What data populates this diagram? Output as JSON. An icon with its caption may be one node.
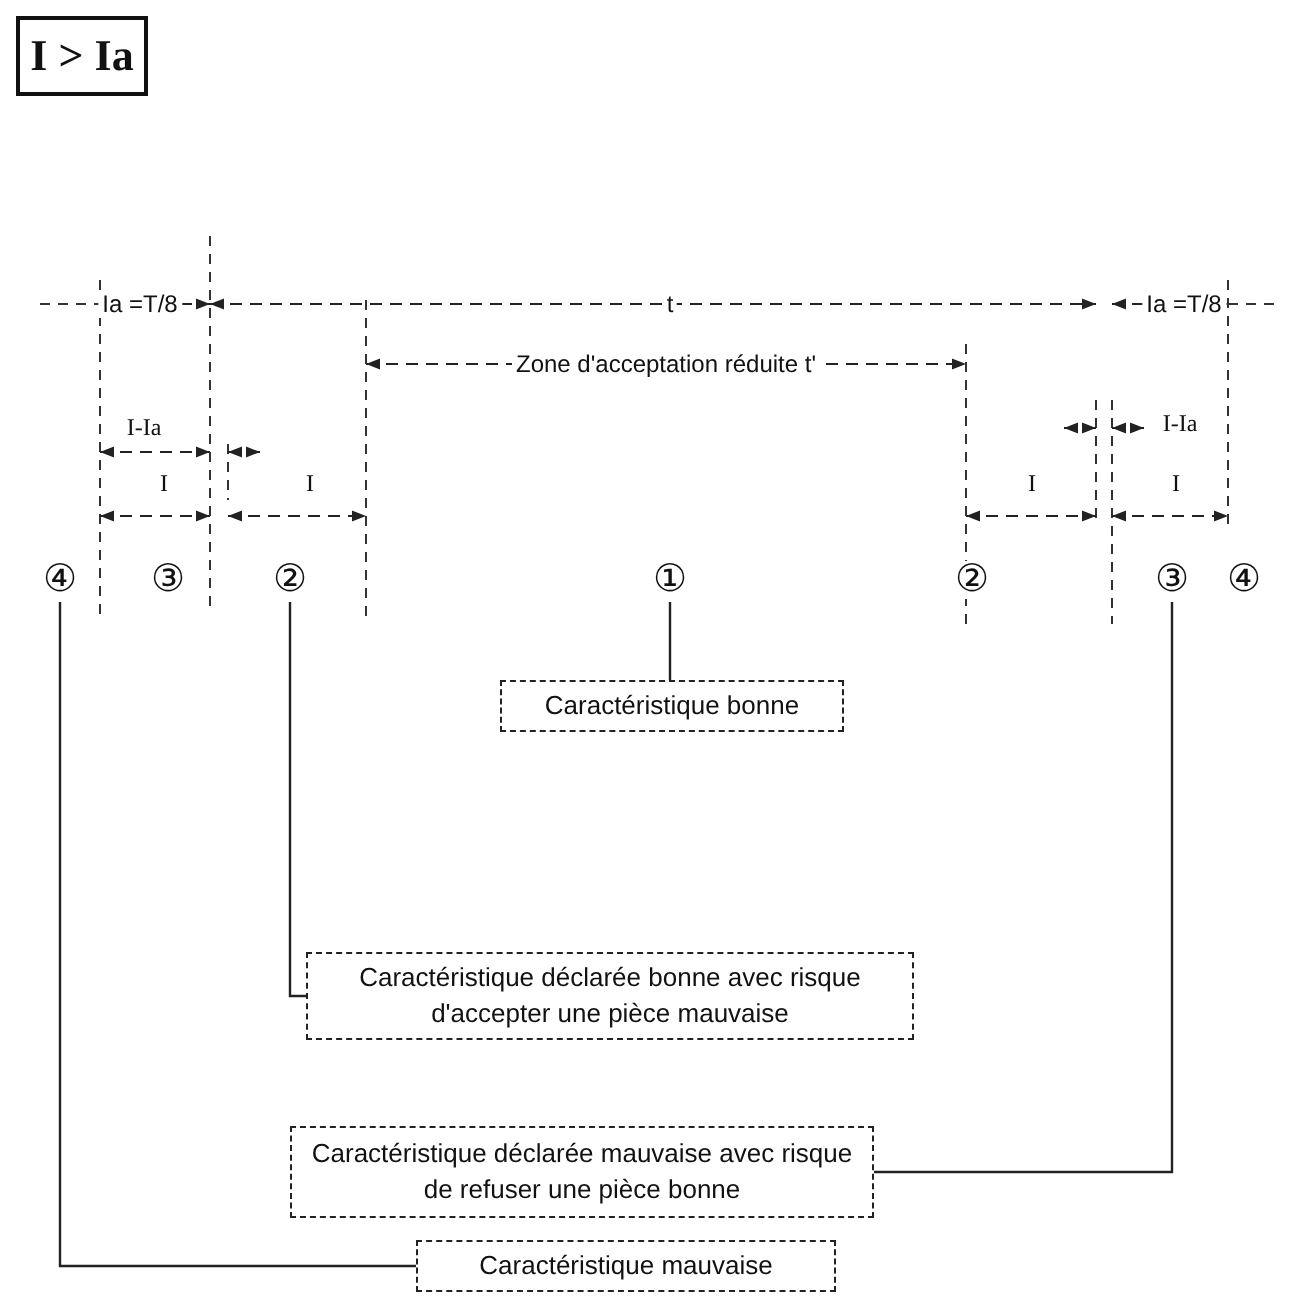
{
  "diagram": {
    "nodes": [
      {
        "text": [
          "I > Ia"
        ]
      },
      {
        "text": [
          "④"
        ]
      },
      {
        "text": [
          "③"
        ]
      },
      {
        "text": [
          "②"
        ]
      },
      {
        "text": [
          "①"
        ]
      },
      {
        "text": [
          "②"
        ]
      },
      {
        "text": [
          "③"
        ]
      },
      {
        "text": [
          "④"
        ]
      },
      {
        "text": [
          "Caractéristique bonne"
        ]
      },
      {
        "text": [
          "Caractéristique déclarée bonne avec risque d'accepter une pièce mauvaise"
        ]
      },
      {
        "text": [
          "Caractéristique déclarée mauvaise avec risque de refuser une pièce bonne"
        ]
      },
      {
        "text": [
          "Caractéristique mauvaise"
        ]
      }
    ],
    "edges": [
      {
        "from": 4,
        "to": 8,
        "arrow": "none"
      },
      {
        "from": 3,
        "to": 9,
        "arrow": "none"
      },
      {
        "from": 6,
        "to": 10,
        "arrow": "none"
      },
      {
        "from": 1,
        "to": 11,
        "arrow": "none"
      }
    ],
    "labels": [
      "Ia =T/8",
      "t",
      "Ia =T/8",
      "Zone d'acceptation réduite t'",
      "I-Ia",
      "I-Ia",
      "I",
      "I",
      "I",
      "I"
    ]
  }
}
